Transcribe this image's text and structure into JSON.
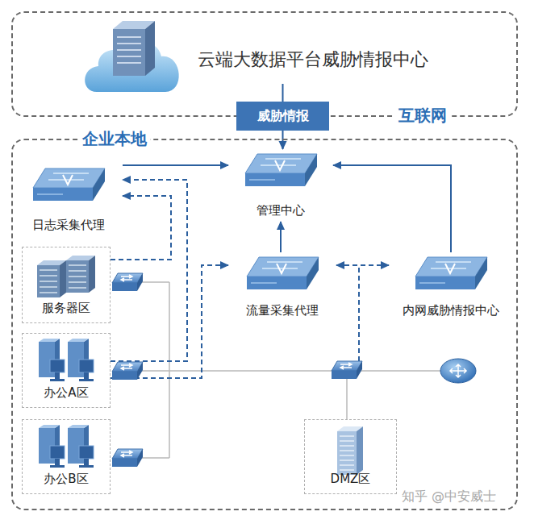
{
  "diagram": {
    "nodes": [
      {
        "text": [
          "互联网"
        ]
      },
      {
        "text": [
          "云端大数据平台威胁情报中心"
        ],
        "in": 0
      },
      {
        "text": [
          "威胁情报"
        ]
      },
      {
        "text": [
          "企业本地"
        ]
      },
      {
        "text": [
          "日志采集代理"
        ],
        "in": 3
      },
      {
        "text": [
          "管理中心"
        ],
        "in": 3
      },
      {
        "text": [
          "服务器区"
        ],
        "in": 3
      },
      {
        "text": [
          "流量采集代理"
        ],
        "in": 3
      },
      {
        "text": [
          "内网威胁情报中心"
        ],
        "in": 3
      },
      {
        "text": [
          "办公A区"
        ],
        "in": 3
      },
      {
        "text": [
          "办公B区"
        ],
        "in": 3
      },
      {
        "text": [
          "DMZ区"
        ],
        "in": 3
      }
    ],
    "edges": [
      {
        "from": 1,
        "to": 2,
        "arrow": "none"
      },
      {
        "from": 2,
        "to": 5,
        "arrow": "to"
      },
      {
        "from": 4,
        "to": 5,
        "arrow": "to"
      },
      {
        "from": 7,
        "to": 5,
        "arrow": "to"
      },
      {
        "from": 8,
        "to": 5,
        "arrow": "to"
      },
      {
        "from": 6,
        "to": 4,
        "arrow": "to"
      },
      {
        "from": 9,
        "to": 4,
        "arrow": "to"
      },
      {
        "from": 9,
        "to": 7,
        "arrow": "to"
      },
      {
        "from": 7,
        "to": 8,
        "arrow": "both"
      }
    ],
    "labels": [
      "知乎 @中安威士"
    ]
  }
}
